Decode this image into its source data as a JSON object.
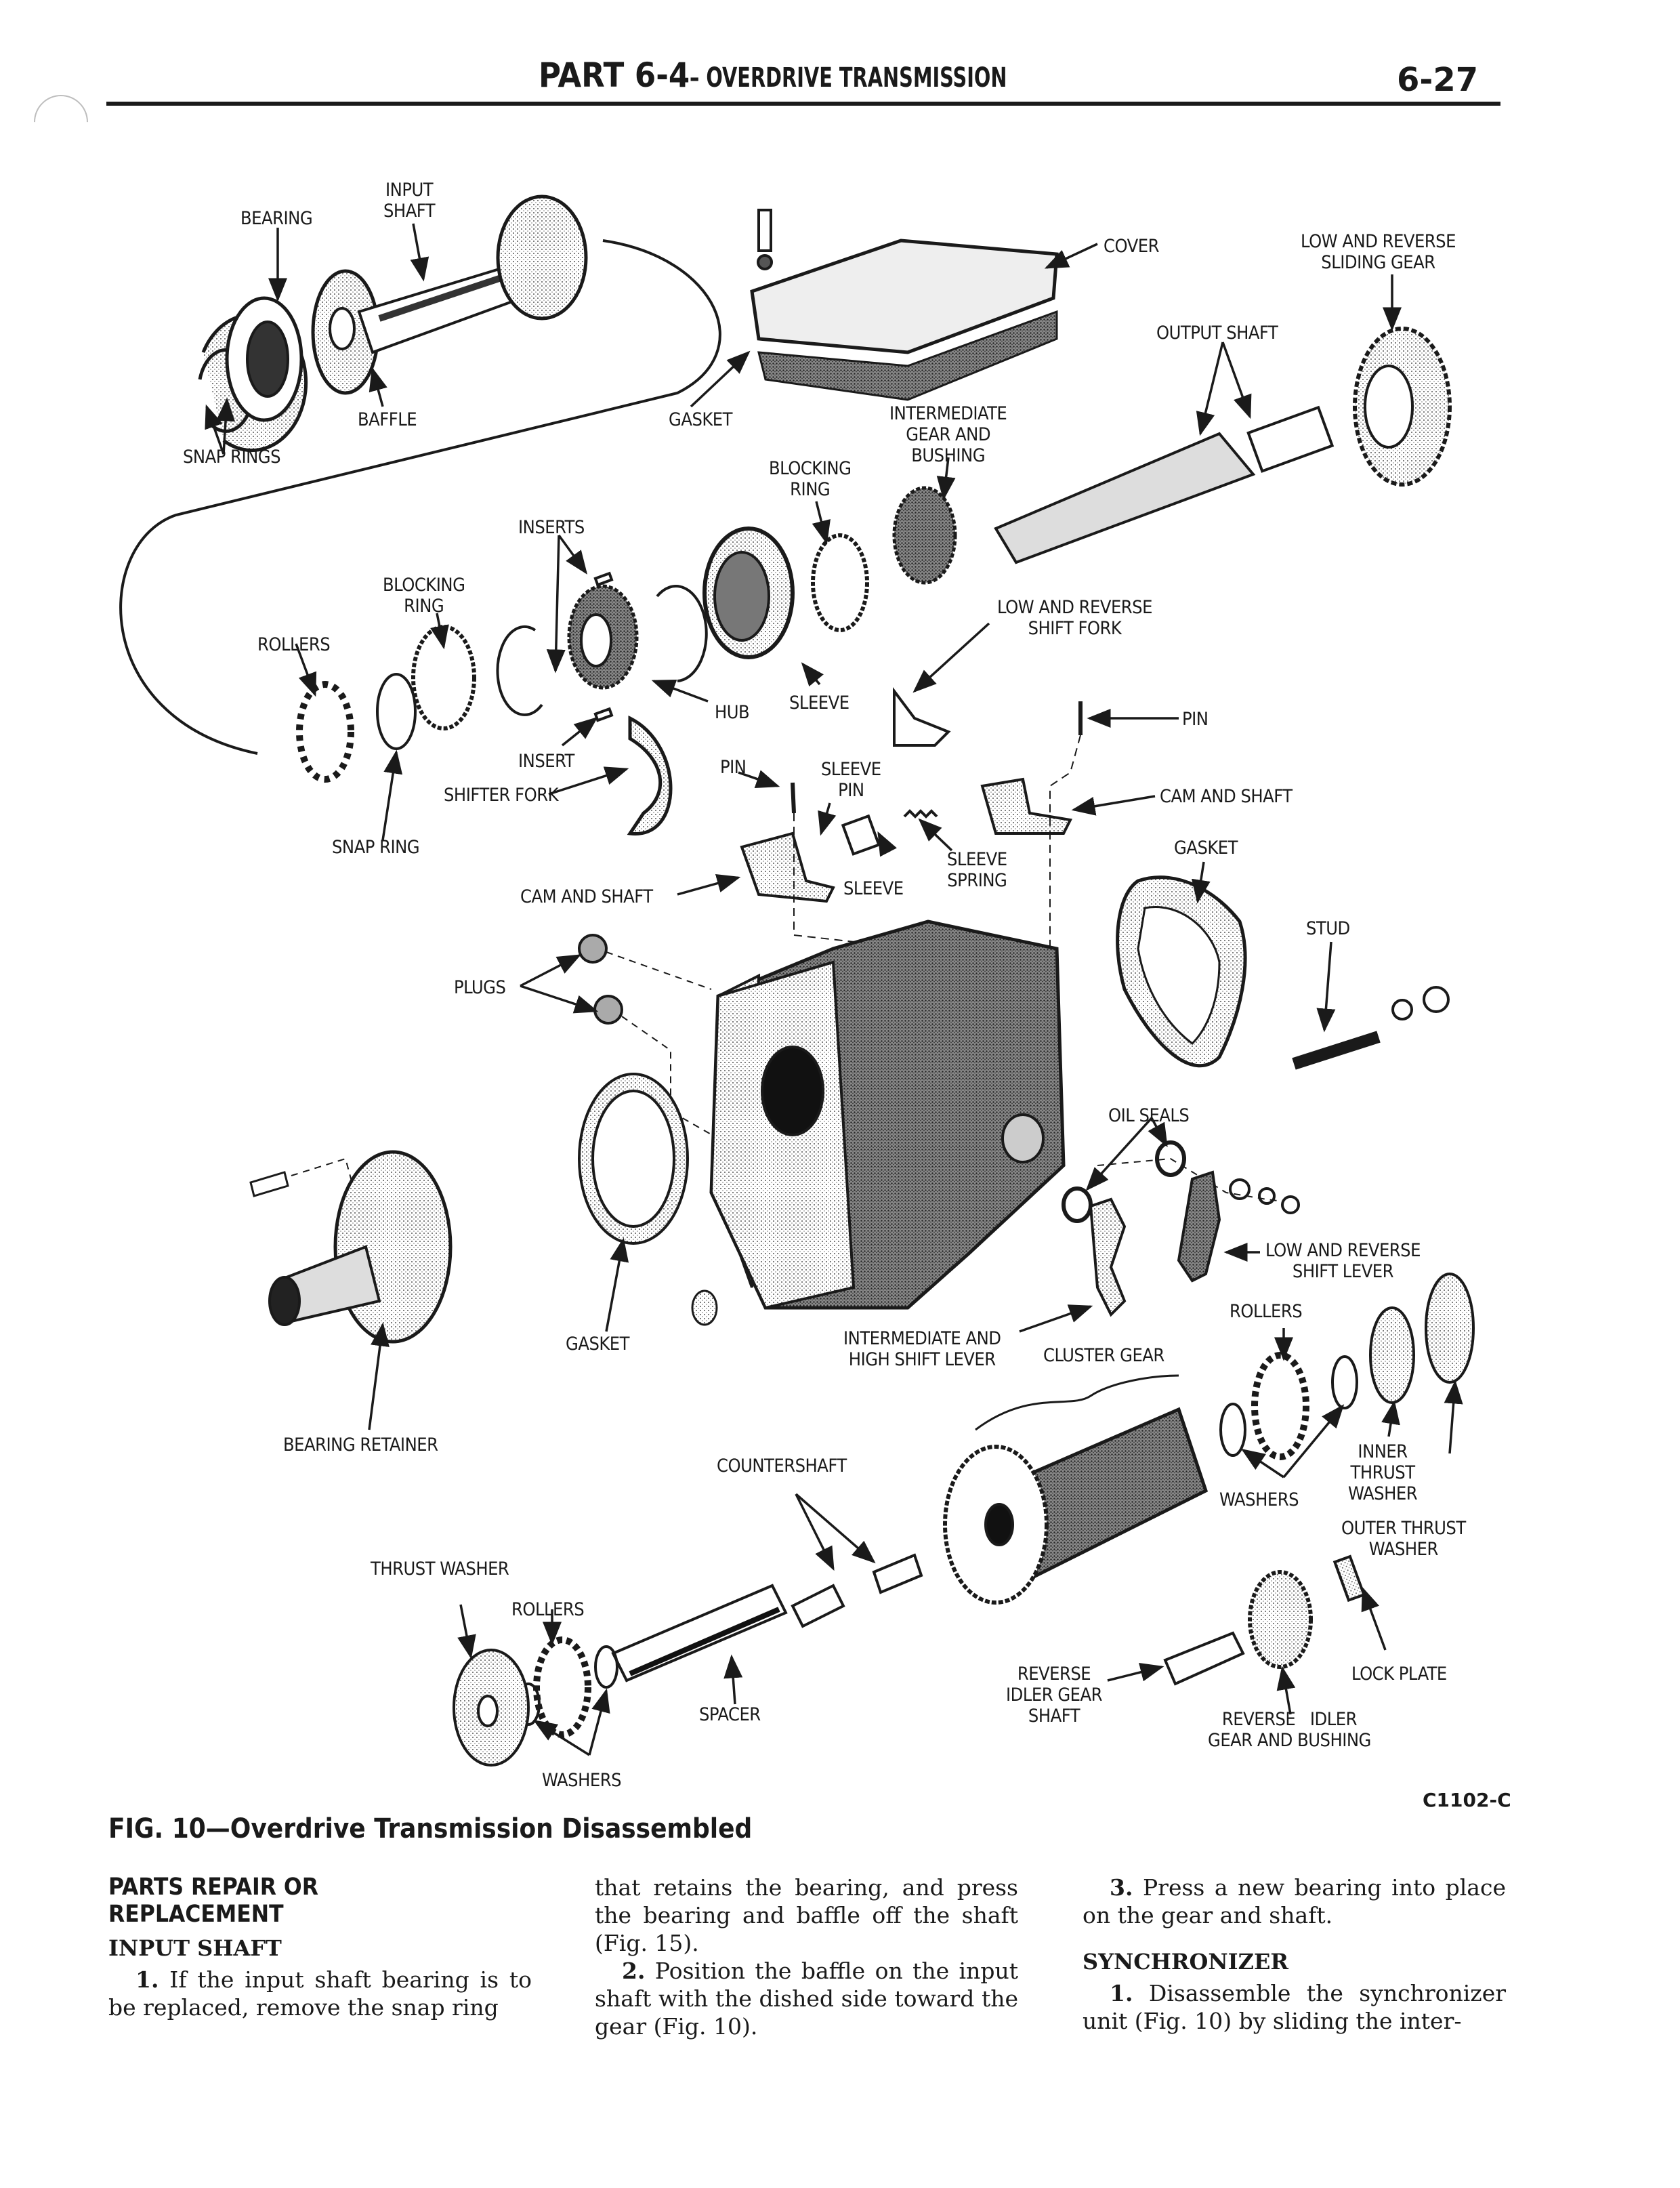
{
  "header": {
    "part": "PART 6-4",
    "title": "– OVERDRIVE TRANSMISSION",
    "page_number": "6-27"
  },
  "figure": {
    "code": "C1102-C",
    "caption": "FIG. 10—Overdrive Transmission Disassembled",
    "labels": {
      "bearing": "BEARING",
      "input_shaft": "INPUT\nSHAFT",
      "baffle": "BAFFLE",
      "snap_rings": "SNAP RINGS",
      "gasket_cover": "GASKET",
      "cover": "COVER",
      "low_reverse_sliding_gear": "LOW AND REVERSE\nSLIDING GEAR",
      "output_shaft": "OUTPUT SHAFT",
      "intermediate_gear_bushing": "INTERMEDIATE\nGEAR AND\nBUSHING",
      "blocking_ring_upper": "BLOCKING\nRING",
      "inserts": "INSERTS",
      "blocking_ring_lower": "BLOCKING\nRING",
      "rollers_upper": "ROLLERS",
      "low_reverse_shift_fork": "LOW AND REVERSE\nSHIFT FORK",
      "hub": "HUB",
      "sleeve_sync": "SLEEVE",
      "pin_right": "PIN",
      "insert": "INSERT",
      "pin_left": "PIN",
      "sleeve_pin": "SLEEVE\nPIN",
      "shifter_fork": "SHIFTER FORK",
      "cam_and_shaft_right": "CAM AND SHAFT",
      "snap_ring": "SNAP RING",
      "sleeve_spring": "SLEEVE\nSPRING",
      "sleeve_lower": "SLEEVE",
      "gasket_rear": "GASKET",
      "cam_and_shaft_left": "CAM AND SHAFT",
      "stud": "STUD",
      "plugs": "PLUGS",
      "oil_seals": "OIL SEALS",
      "low_reverse_shift_lever": "LOW AND REVERSE\nSHIFT LEVER",
      "rollers_cluster": "ROLLERS",
      "gasket_front": "GASKET",
      "intermediate_high_shift_lever": "INTERMEDIATE AND\nHIGH SHIFT LEVER",
      "cluster_gear": "CLUSTER GEAR",
      "bearing_retainer": "BEARING RETAINER",
      "countershaft": "COUNTERSHAFT",
      "inner_thrust_washer": "INNER\nTHRUST\nWASHER",
      "washers_cluster": "WASHERS",
      "outer_thrust_washer": "OUTER THRUST\nWASHER",
      "thrust_washer": "THRUST WASHER",
      "rollers_lower": "ROLLERS",
      "reverse_idler_gear_shaft": "REVERSE\nIDLER GEAR\nSHAFT",
      "lock_plate": "LOCK PLATE",
      "spacer": "SPACER",
      "reverse_idler_gear_bushing": "REVERSE   IDLER\nGEAR AND BUSHING",
      "washers_lower": "WASHERS"
    }
  },
  "body": {
    "section_heading": "PARTS REPAIR OR\nREPLACEMENT",
    "input_shaft": {
      "heading": "INPUT SHAFT",
      "step1_num": "1.",
      "step1_text": " If the input shaft bearing is to be replaced, remove the snap ring that retains the bearing, and press the bearing and baffle off the shaft (Fig. 15).",
      "step2_num": "2.",
      "step2_text": " Position the baffle on the input shaft with the dished side toward the gear (Fig. 10).",
      "step3_num": "3.",
      "step3_text": " Press a new bearing into place on the gear and shaft."
    },
    "col1_step1_part": " If the input shaft bearing is to be replaced, remove the snap ring",
    "col2_step1_cont": "that retains the bearing, and press the bearing and baffle off the shaft (Fig. 15).",
    "synchronizer": {
      "heading": "SYNCHRONIZER",
      "step1_num": "1.",
      "step1_text": " Disassemble the synchronizer unit (Fig. 10) by sliding the inter-"
    }
  }
}
